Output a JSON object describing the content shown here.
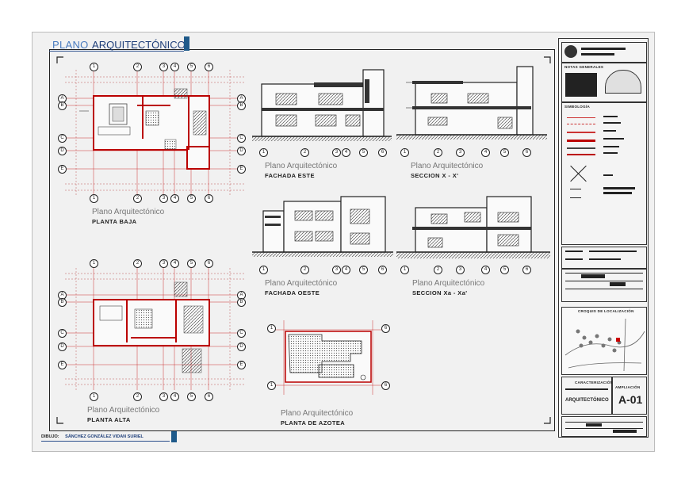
{
  "sheet": {
    "title_prefix": "PLANO",
    "title_main": "ARQUITECTÓNICO",
    "designer_label": "DIBUJO:",
    "designer_name": "SÁNCHEZ GONZÁLEZ VIDAN SURIEL"
  },
  "drawings": {
    "planta_baja": {
      "caption": "Plano Arquitectónico",
      "name": "PLANTA BAJA"
    },
    "planta_alta": {
      "caption": "Plano Arquitectónico",
      "name": "PLANTA ALTA"
    },
    "fachada_este": {
      "caption": "Plano Arquitectónico",
      "name": "FACHADA ESTE"
    },
    "seccion_x": {
      "caption": "Plano Arquitectónico",
      "name": "SECCION X - X'"
    },
    "fachada_oeste": {
      "caption": "Plano Arquitectónico",
      "name": "FACHADA OESTE"
    },
    "seccion_xa": {
      "caption": "Plano Arquitectónico",
      "name": "SECCION Xa - Xa'"
    },
    "planta_azotea": {
      "caption": "Plano Arquitectónico",
      "name": "PLANTA DE AZOTEA"
    }
  },
  "title_block": {
    "notas_generales": "NOTAS GENERALES",
    "simbologia": "SIMBOLOGÍA",
    "croquis": "CROQUIS DE LOCALIZACIÓN",
    "plan_title_label": "CARACTERIZACIÓN",
    "plan_title": "ARQUITECTÓNICO",
    "ampliacion_label": "AMPLIACIÓN",
    "sheet_number": "A-01"
  },
  "grid_axes": [
    "1",
    "2",
    "3",
    "4",
    "5",
    "6"
  ],
  "grid_rows": [
    "A",
    "B",
    "C",
    "D",
    "E"
  ]
}
